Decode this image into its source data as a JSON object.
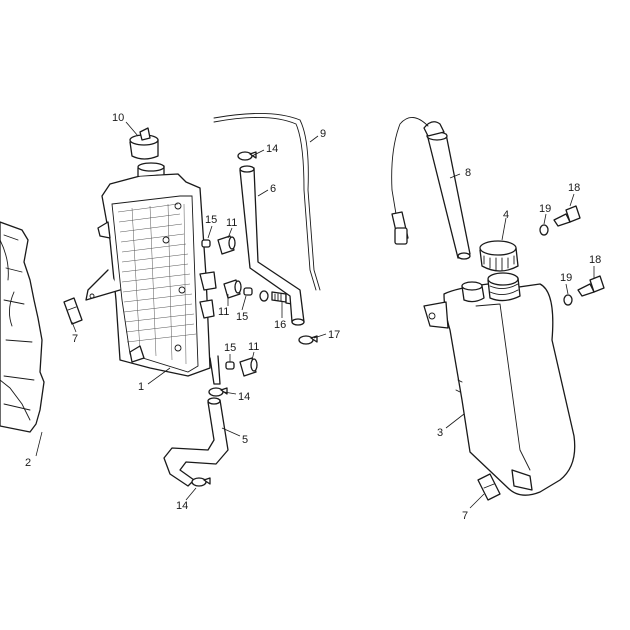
{
  "callouts": {
    "c1": "1",
    "c2": "2",
    "c3": "3",
    "c4": "4",
    "c5": "5",
    "c6": "6",
    "c7a": "7",
    "c7b": "7",
    "c8": "8",
    "c9": "9",
    "c10": "10",
    "c11a": "11",
    "c11b": "11",
    "c11c": "11",
    "c14a": "14",
    "c14b": "14",
    "c14c": "14",
    "c15a": "15",
    "c15b": "15",
    "c15c": "15",
    "c16": "16",
    "c17": "17",
    "c18a": "18",
    "c18b": "18",
    "c19a": "19",
    "c19b": "19"
  }
}
